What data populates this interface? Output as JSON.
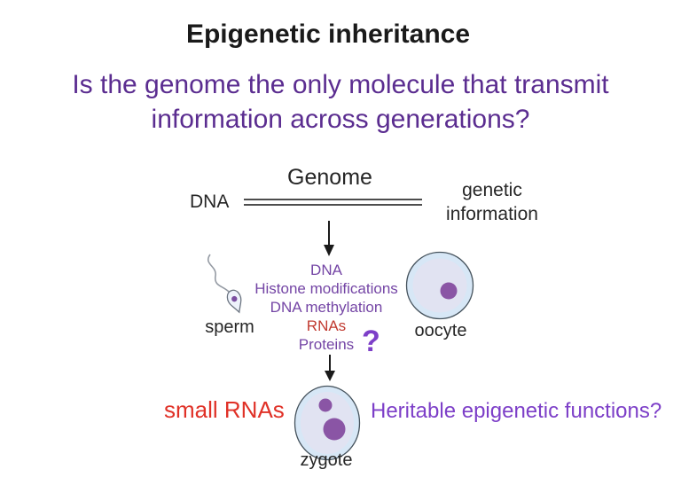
{
  "slide": {
    "title": "Epigenetic inheritance",
    "subtitle_line1": "Is the genome the only molecule that transmit",
    "subtitle_line2": "information across generations?"
  },
  "diagram": {
    "genome_label": "Genome",
    "dna_label": "DNA",
    "genetic_info_line1": "genetic",
    "genetic_info_line2": "information",
    "molecules": [
      "DNA",
      "Histone modifications",
      "DNA methylation",
      "RNAs",
      "Proteins"
    ],
    "question_mark": "?",
    "sperm_label": "sperm",
    "oocyte_label": "oocyte",
    "zygote_label": "zygote",
    "small_rnas_label": "small RNAs",
    "heritable_label": "Heritable epigenetic functions?"
  },
  "colors": {
    "title_text": "#1a1a1a",
    "subtitle_purple": "#5b2d90",
    "list_purple": "#7445a5",
    "accent_red": "#e03127",
    "list_red": "#c13a30",
    "bright_purple": "#7d3fc8",
    "diagram_text": "#262626",
    "line_gray": "#4d4d4d",
    "cell_fill": "#d7e7f6",
    "cell_inner_fill": "#e1e3f2",
    "nucleus_purple": "#8a55a5",
    "arrow_black": "#1a1a1a"
  }
}
